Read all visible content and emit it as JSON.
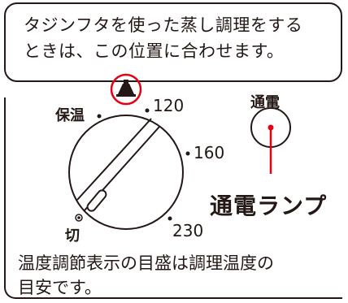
{
  "callout_top": {
    "line1": "タジンフタを使った蒸し調理をする",
    "line2": "ときは、この位置に合わせます。"
  },
  "dial": {
    "labels": {
      "keep_warm": "保温",
      "t120": "120",
      "t160": "160",
      "t230": "230",
      "off": "切"
    }
  },
  "lamp": {
    "label_small": "通電",
    "label_large": "通電ランプ"
  },
  "note": {
    "line1": "温度調節表示の目盛は調理温度の",
    "line2": "目安です。"
  },
  "colors": {
    "ink": "#231815",
    "accent_red": "#e60012"
  }
}
